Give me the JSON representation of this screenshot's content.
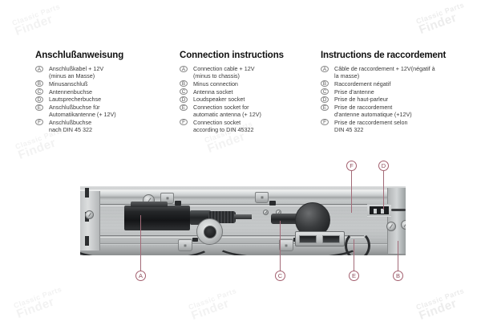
{
  "watermark": {
    "line1": "Classic Parts",
    "line2": "Finder"
  },
  "columns": [
    {
      "lang": "de",
      "title": "Anschlußanweisung",
      "items": [
        {
          "marker": "A",
          "text": "Anschlußkabel + 12V\n(minus an Masse)"
        },
        {
          "marker": "B",
          "text": "Minusanschluß"
        },
        {
          "marker": "C",
          "text": "Antennenbuchse"
        },
        {
          "marker": "D",
          "text": "Lautsprecherbuchse"
        },
        {
          "marker": "E",
          "text": "Anschlußbuchse für\nAutomatikantenne (+ 12V)"
        },
        {
          "marker": "F",
          "text": "Anschlußbuchse\nnach DIN 45 322"
        }
      ]
    },
    {
      "lang": "en",
      "title": "Connection instructions",
      "items": [
        {
          "marker": "A",
          "text": "Connection cable + 12V\n(minus to chassis)"
        },
        {
          "marker": "B",
          "text": "Minus connection"
        },
        {
          "marker": "C",
          "text": "Antenna socket"
        },
        {
          "marker": "D",
          "text": "Loudspeaker socket"
        },
        {
          "marker": "E",
          "text": "Connection socket for\nautomatic antenna (+ 12V)"
        },
        {
          "marker": "F",
          "text": "Connection socket\naccording to DIN 45322"
        }
      ]
    },
    {
      "lang": "fr",
      "title": "Instructions de raccordement",
      "items": [
        {
          "marker": "A",
          "text": "Câble de raccordement + 12V(négatif à\nla masse)"
        },
        {
          "marker": "B",
          "text": "Raccordement négatif"
        },
        {
          "marker": "C",
          "text": "Prise d'antenne"
        },
        {
          "marker": "D",
          "text": "Prise de haut-parleur"
        },
        {
          "marker": "E",
          "text": "Prise de raccordement\nd'antenne automatique (+12V)"
        },
        {
          "marker": "F",
          "text": "Prise de raccordement selon\nDIN 45 322"
        }
      ]
    }
  ],
  "diagram": {
    "callouts": [
      {
        "label": "A",
        "position": "bottom"
      },
      {
        "label": "B",
        "position": "bottom"
      },
      {
        "label": "C",
        "position": "bottom"
      },
      {
        "label": "D",
        "position": "top"
      },
      {
        "label": "E",
        "position": "bottom"
      },
      {
        "label": "F",
        "position": "top"
      }
    ],
    "accent_color": "#a35f6e"
  }
}
